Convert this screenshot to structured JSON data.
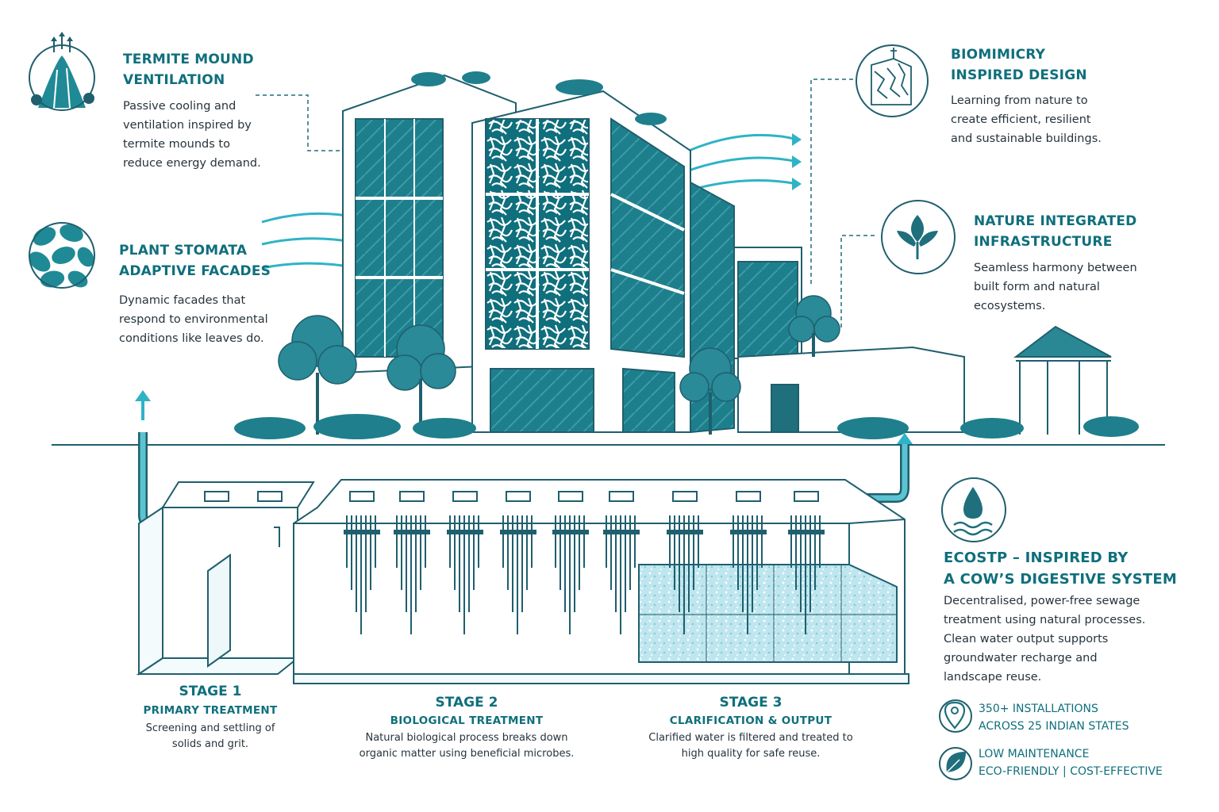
{
  "colors": {
    "teal": "#0f6f7c",
    "dark": "#1f5f6e",
    "water": "#3fb8c9",
    "text": "#26333b"
  },
  "features": {
    "termite": {
      "title": [
        "TERMITE MOUND",
        "VENTILATION"
      ],
      "body": [
        "Passive cooling and",
        "ventilation inspired by",
        "termite mounds to",
        "reduce energy demand."
      ],
      "icon": "termite-mound-icon"
    },
    "stomata": {
      "title": [
        "PLANT STOMATA",
        "ADAPTIVE FACADES"
      ],
      "body": [
        "Dynamic facades that",
        "respond to environmental",
        "conditions like leaves do."
      ],
      "icon": "leaves-icon"
    },
    "biomimicry": {
      "title": [
        "BIOMIMICRY",
        "INSPIRED DESIGN"
      ],
      "body": [
        "Learning from nature to",
        "create efficient, resilient",
        "and sustainable buildings."
      ],
      "icon": "biomimicry-building-icon"
    },
    "nature": {
      "title": [
        "NATURE INTEGRATED",
        "INFRASTRUCTURE"
      ],
      "body": [
        "Seamless harmony between",
        "built form and natural",
        "ecosystems."
      ],
      "icon": "plant-sprout-icon"
    },
    "ecostp": {
      "title": [
        "ECOSTP – INSPIRED BY",
        "A COW’S DIGESTIVE SYSTEM"
      ],
      "body": [
        "Decentralised, power-free sewage",
        "treatment using natural processes.",
        "Clean water output supports",
        "groundwater recharge and",
        "landscape reuse."
      ],
      "icon": "water-drop-icon"
    }
  },
  "stages": [
    {
      "title": "STAGE 1",
      "subtitle": "PRIMARY TREATMENT",
      "body": [
        "Screening and settling of",
        "solids and grit."
      ]
    },
    {
      "title": "STAGE 2",
      "subtitle": "BIOLOGICAL TREATMENT",
      "body": [
        "Natural biological process breaks down",
        "organic matter using beneficial microbes."
      ]
    },
    {
      "title": "STAGE 3",
      "subtitle": "CLARIFICATION & OUTPUT",
      "body": [
        "Clarified water is filtered and treated to",
        "high quality for safe reuse."
      ]
    }
  ],
  "stats": [
    {
      "lines": [
        "350+ INSTALLATIONS",
        "ACROSS 25 INDIAN STATES"
      ],
      "icon": "location-pin-icon"
    },
    {
      "lines": [
        "LOW MAINTENANCE",
        "ECO-FRIENDLY | COST-EFFECTIVE"
      ],
      "icon": "eco-leaf-icon"
    }
  ]
}
